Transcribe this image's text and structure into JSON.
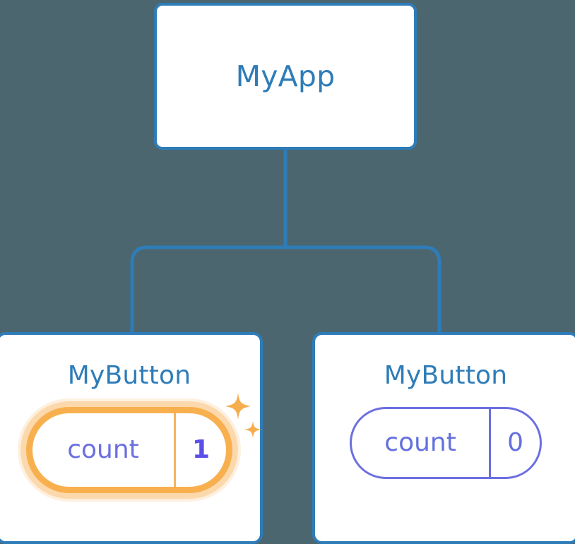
{
  "canvas": {
    "background_color": "#4c6670",
    "connector_color": "#2e7cb8"
  },
  "tree": {
    "root": {
      "title": "MyApp",
      "title_color": "#2e7cb8",
      "border_color": "#2e7cb8",
      "background_color": "#ffffff"
    },
    "children": [
      {
        "title": "MyButton",
        "title_color": "#2e7cb8",
        "state": {
          "key": "count",
          "value": "1",
          "highlighted": true,
          "pill_border_color": "#f8b04f",
          "glow_color": "#fabc6e",
          "key_color": "#6c6fe0",
          "value_color": "#5b4fe8"
        },
        "sparkle_icon": "sparkles-icon",
        "sparkle_color": "#f5ad4e"
      },
      {
        "title": "MyButton",
        "title_color": "#2e7cb8",
        "state": {
          "key": "count",
          "value": "0",
          "highlighted": false,
          "pill_border_color": "#6c6fe0",
          "key_color": "#6370dd",
          "value_color": "#6370dd"
        }
      }
    ]
  }
}
